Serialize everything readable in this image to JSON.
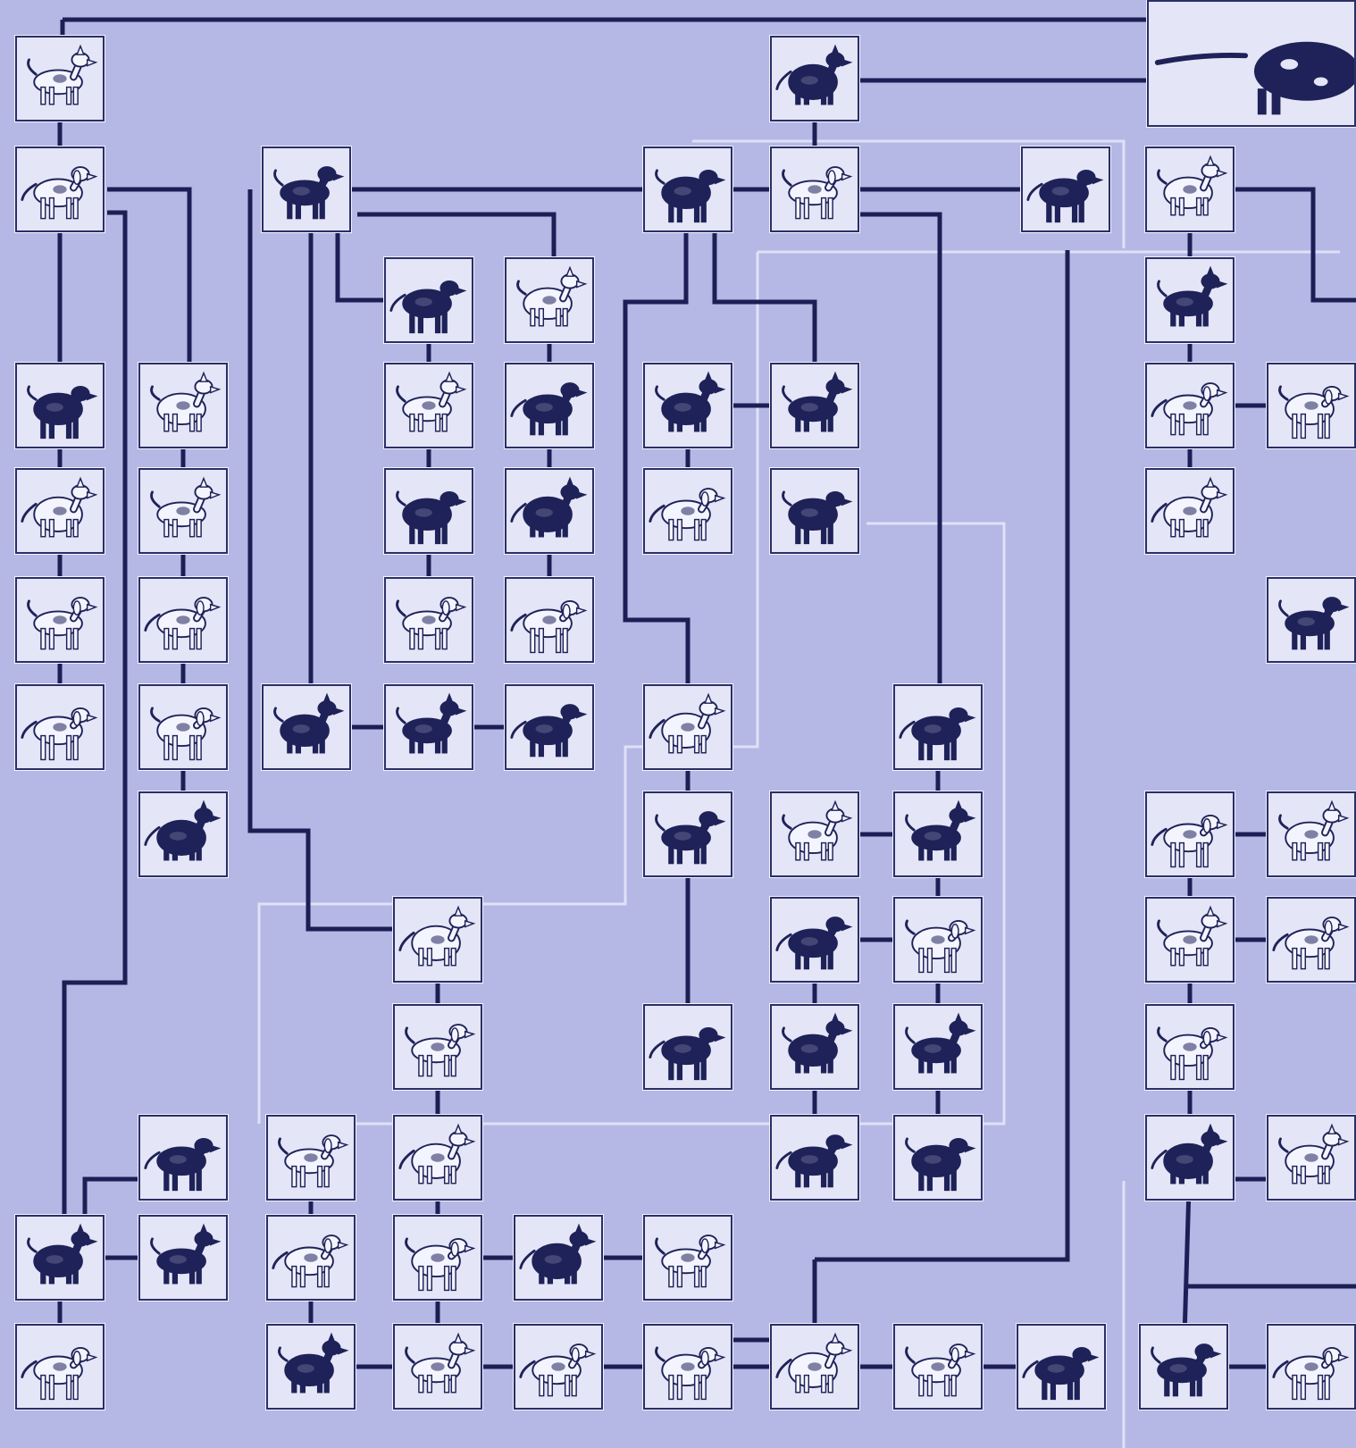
{
  "diagram": {
    "colors": {
      "background": "#b5b8e4",
      "line": "#1b1f55",
      "card": "#e4e5f6",
      "dog_dark": "#1e2258",
      "dog_light": "#f4f4ff",
      "faint_line": "#dfe1f7"
    },
    "nodes": [
      {
        "id": "n01",
        "icon": "wolf-icon",
        "shade": "light"
      },
      {
        "id": "n02",
        "icon": "wolf-icon",
        "shade": "light"
      },
      {
        "id": "n03",
        "icon": "wild-dog-icon",
        "shade": "dark"
      },
      {
        "id": "n04",
        "icon": "large-dog-icon",
        "shade": "light"
      },
      {
        "id": "n05",
        "icon": "hound-dog-icon",
        "shade": "light"
      },
      {
        "id": "n06",
        "icon": "spitz-dog-icon",
        "shade": "light"
      },
      {
        "id": "n07",
        "icon": "greyhound-dog-icon",
        "shade": "light"
      },
      {
        "id": "n08",
        "icon": "pointer-dog-icon",
        "shade": "light"
      },
      {
        "id": "n09",
        "icon": "pointer-dog-icon",
        "shade": "light"
      },
      {
        "id": "n10",
        "icon": "setter-dog-icon",
        "shade": "light"
      },
      {
        "id": "n11",
        "icon": "large-dog-icon",
        "shade": "dark"
      },
      {
        "id": "n12",
        "icon": "spitz-dog-icon",
        "shade": "dark"
      },
      {
        "id": "n13",
        "icon": "husky-dog-icon",
        "shade": "dark"
      },
      {
        "id": "n14",
        "icon": "bulldog-icon",
        "shade": "light"
      },
      {
        "id": "n15",
        "icon": "pointer-dog-icon",
        "shade": "light"
      },
      {
        "id": "n16",
        "icon": "retriever-dog-icon",
        "shade": "dark"
      },
      {
        "id": "n17",
        "icon": "retriever-dog-icon",
        "shade": "dark"
      },
      {
        "id": "n18",
        "icon": "poodle-icon",
        "shade": "dark"
      },
      {
        "id": "n19",
        "icon": "hound-dog-icon",
        "shade": "light"
      },
      {
        "id": "n20",
        "icon": "terrier-dog-icon",
        "shade": "light"
      },
      {
        "id": "n21",
        "icon": "husky-dog-icon",
        "shade": "dark"
      },
      {
        "id": "n22",
        "icon": "mastiff-dog-icon",
        "shade": "dark"
      },
      {
        "id": "n23",
        "icon": "setter-dog-icon",
        "shade": "dark"
      },
      {
        "id": "n24",
        "icon": "setter-dog-icon",
        "shade": "dark"
      },
      {
        "id": "n25",
        "icon": "rottweiler-dog-icon",
        "shade": "dark"
      },
      {
        "id": "n26",
        "icon": "poodle-icon",
        "shade": "light"
      },
      {
        "id": "n27",
        "icon": "doberman-dog-icon",
        "shade": "dark"
      },
      {
        "id": "n28",
        "icon": "husky-dog-icon",
        "shade": "dark"
      },
      {
        "id": "n29",
        "icon": "newfoundland-dog-icon",
        "shade": "dark"
      },
      {
        "id": "n30",
        "icon": "pointer-dog-icon",
        "shade": "light"
      },
      {
        "id": "n31",
        "icon": "spaniel-dog-icon",
        "shade": "dark"
      },
      {
        "id": "n32",
        "icon": "beagle-dog-icon",
        "shade": "light"
      },
      {
        "id": "n33",
        "icon": "shepherd-dog-icon",
        "shade": "dark"
      },
      {
        "id": "n34",
        "icon": "shepherd-dog-icon",
        "shade": "dark"
      },
      {
        "id": "n35",
        "icon": "setter-dog-icon",
        "shade": "light"
      },
      {
        "id": "n36",
        "icon": "setter-dog-icon",
        "shade": "dark"
      },
      {
        "id": "n37",
        "icon": "setter-dog-icon",
        "shade": "dark"
      },
      {
        "id": "n38",
        "icon": "retriever-dog-icon",
        "shade": "light"
      },
      {
        "id": "n39",
        "icon": "samoyed-dog-icon",
        "shade": "light"
      },
      {
        "id": "n40",
        "icon": "shepherd-dog-icon",
        "shade": "light"
      },
      {
        "id": "n41",
        "icon": "rottweiler-dog-icon",
        "shade": "dark"
      },
      {
        "id": "n42",
        "icon": "lion-dog-icon",
        "shade": "dark"
      },
      {
        "id": "n43",
        "icon": "chow-dog-icon",
        "shade": "dark"
      },
      {
        "id": "n44",
        "icon": "scottie-dog-icon",
        "shade": "dark"
      },
      {
        "id": "n45",
        "icon": "terrier-dog-icon",
        "shade": "dark"
      },
      {
        "id": "n46",
        "icon": "pointer-dog-icon",
        "shade": "light"
      },
      {
        "id": "n47",
        "icon": "chow-dog-icon",
        "shade": "light"
      },
      {
        "id": "n48",
        "icon": "pomeranian-dog-icon",
        "shade": "dark"
      },
      {
        "id": "n49",
        "icon": "dachshund-dog-icon",
        "shade": "dark"
      },
      {
        "id": "n50",
        "icon": "skye-terrier-icon",
        "shade": "dark"
      },
      {
        "id": "n51",
        "icon": "pointer-dog-icon",
        "shade": "light"
      },
      {
        "id": "n52",
        "icon": "greyhound-dog-icon",
        "shade": "light"
      },
      {
        "id": "n53",
        "icon": "pinscher-dog-icon",
        "shade": "dark"
      },
      {
        "id": "n54",
        "icon": "spitz-dog-icon",
        "shade": "light"
      },
      {
        "id": "n55",
        "icon": "fox-terrier-icon",
        "shade": "light"
      },
      {
        "id": "n56",
        "icon": "shepherd-dog-icon",
        "shade": "dark"
      },
      {
        "id": "n57",
        "icon": "pekingese-icon",
        "shade": "light"
      },
      {
        "id": "n58",
        "icon": "pointer-dog-icon",
        "shade": "light"
      },
      {
        "id": "n59",
        "icon": "italian-greyhound-icon",
        "shade": "light"
      },
      {
        "id": "n60",
        "icon": "papillon-dog-icon",
        "shade": "light"
      },
      {
        "id": "n61",
        "icon": "terrier-dog-icon",
        "shade": "light"
      },
      {
        "id": "n62",
        "icon": "spaniel-dog-icon",
        "shade": "dark"
      },
      {
        "id": "n63",
        "icon": "corgi-dog-icon",
        "shade": "light"
      },
      {
        "id": "n64",
        "icon": "poodle-icon",
        "shade": "dark"
      },
      {
        "id": "n65",
        "icon": "pointer-dog-icon",
        "shade": "light"
      },
      {
        "id": "n66",
        "icon": "pointer-dog-icon",
        "shade": "light"
      },
      {
        "id": "n67",
        "icon": "greyhound-dog-icon",
        "shade": "light"
      },
      {
        "id": "n68",
        "icon": "cavalier-dog-icon",
        "shade": "dark"
      },
      {
        "id": "n69",
        "icon": "spaniel-dog-icon",
        "shade": "light"
      },
      {
        "id": "n70",
        "icon": "bulldog-icon",
        "shade": "light"
      },
      {
        "id": "n71",
        "icon": "pug-dog-icon",
        "shade": "light"
      },
      {
        "id": "n72",
        "icon": "maltese-dog-icon",
        "shade": "light"
      },
      {
        "id": "n73",
        "icon": "shih-tzu-icon",
        "shade": "light"
      },
      {
        "id": "n74",
        "icon": "toy-spaniel-icon",
        "shade": "dark"
      },
      {
        "id": "n75",
        "icon": "japanese-chin-icon",
        "shade": "dark"
      },
      {
        "id": "n76",
        "icon": "dachshund-dog-icon",
        "shade": "light"
      },
      {
        "id": "n77",
        "icon": "terrier-dog-icon",
        "shade": "light"
      },
      {
        "id": "n78",
        "icon": "ancestor-animal-icon",
        "shade": "dark"
      }
    ]
  }
}
